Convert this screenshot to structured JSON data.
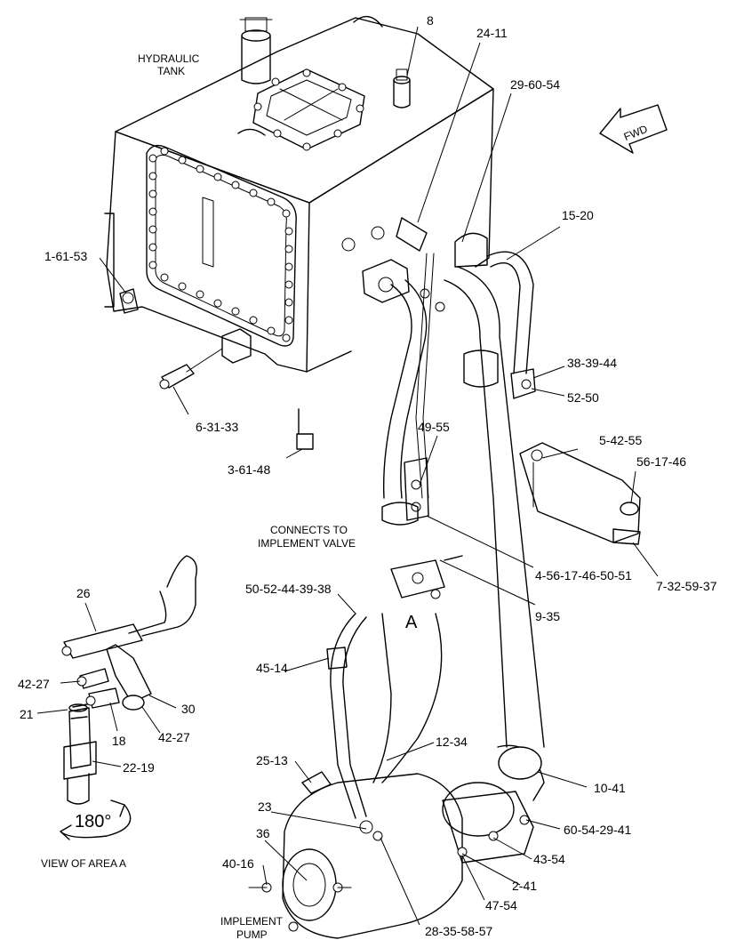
{
  "labels": {
    "hydraulic_tank_1": "HYDRAULIC",
    "hydraulic_tank_2": "TANK",
    "p8": "8",
    "p24_11": "24-11",
    "p29_60_54": "29-60-54",
    "fwd": "FWD",
    "p15_20": "15-20",
    "p1_61_53": "1-61-53",
    "p38_39_44": "38-39-44",
    "p52_50": "52-50",
    "p6_31_33": "6-31-33",
    "p49_55": "49-55",
    "p3_61_48": "3-61-48",
    "p5_42_55": "5-42-55",
    "p56_17_46": "56-17-46",
    "connects_1": "CONNECTS TO",
    "connects_2": "IMPLEMENT VALVE",
    "p4_56_17_46_50_51": "4-56-17-46-50-51",
    "p7_32_59_37": "7-32-59-37",
    "p50_52_44_39_38": "50-52-44-39-38",
    "p9_35": "9-35",
    "p26": "26",
    "area_a": "A",
    "p42_27_a": "42-27",
    "p45_14": "45-14",
    "p21": "21",
    "p30": "30",
    "p18": "18",
    "p42_27_b": "42-27",
    "p12_34": "12-34",
    "p22_19": "22-19",
    "p25_13": "25-13",
    "p10_41": "10-41",
    "rotation": "180°",
    "p23": "23",
    "p60_54_29_41": "60-54-29-41",
    "view_area_a": "VIEW OF AREA A",
    "p36": "36",
    "p43_54": "43-54",
    "p40_16": "40-16",
    "p2_41": "2-41",
    "p47_54": "47-54",
    "implement_pump_1": "IMPLEMENT",
    "implement_pump_2": "PUMP",
    "p28_35_58_57": "28-35-58-57"
  }
}
